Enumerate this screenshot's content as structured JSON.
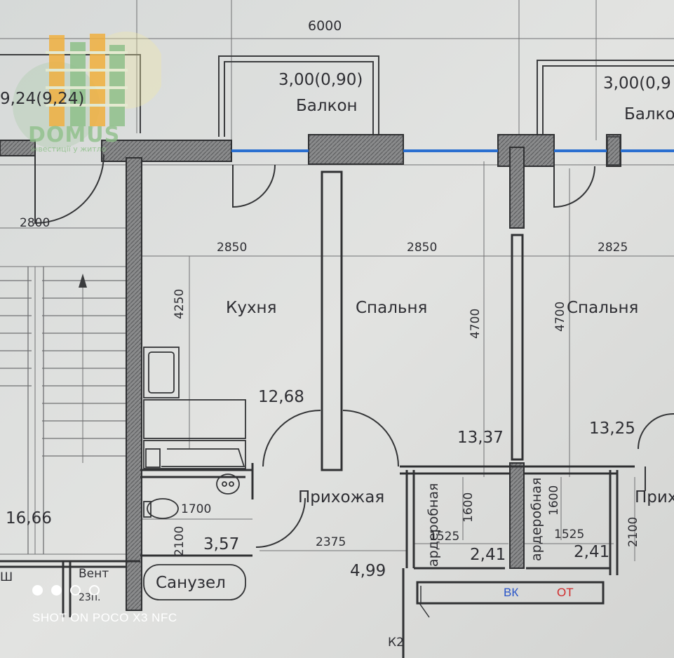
{
  "plan": {
    "dim_top": "6000",
    "dim_left_2800": "2800",
    "dim_2850_a": "2850",
    "dim_2850_b": "2850",
    "dim_2825": "2825",
    "dim_4250": "4250",
    "dim_4700_a": "4700",
    "dim_4700_b": "4700",
    "dim_1700": "1700",
    "dim_2100_a": "2100",
    "dim_2100_b": "2100",
    "dim_2375": "2375",
    "dim_1600_a": "1600",
    "dim_1600_b": "1600",
    "dim_1525_a": "1525",
    "dim_1525_b": "1525",
    "balcony1_area": "3,00(0,90)",
    "balcony1_label": "Балкон",
    "balcony2_area": "3,00(0,9",
    "balcony2_label": "Балко",
    "left_area_top": "9,24(9,24)",
    "kitchen_label": "Кухня",
    "kitchen_area": "12,68",
    "bedroom1_label": "Спальня",
    "bedroom1_area": "13,37",
    "bedroom2_label": "Спальня",
    "bedroom2_area": "13,25",
    "hall_label": "Прихожая",
    "hall_area": "4,99",
    "hall2_label": "Прих",
    "bath_label": "Санузел",
    "bath_area": "3,57",
    "wardrobe1_label": "ардеробная",
    "wardrobe1_area": "2,41",
    "wardrobe2_label": "ардеробная",
    "wardrobe2_area": "2,41",
    "stair_area": "16,66",
    "vent_label": "Вент",
    "vent_sub": "23п.",
    "small_label": "Ш",
    "vk_label": "ВК",
    "ot_label": "ОТ",
    "k2_label": "К2"
  },
  "logo": {
    "word": "DOMUS",
    "tagline": "інвестиції у житло"
  },
  "camera": {
    "watermark": "SHOT ON POCO X3 NFC",
    "dots_filled": 2,
    "dots_total": 4
  },
  "colors": {
    "paper": "#dcdedd",
    "ink": "#2e2e33",
    "wall": "#555556",
    "window": "#2a6fd0",
    "vk": "#2a55c8",
    "ot": "#d02a2a",
    "logo_green": "#8fc08a",
    "logo_orange": "#f0b040"
  }
}
